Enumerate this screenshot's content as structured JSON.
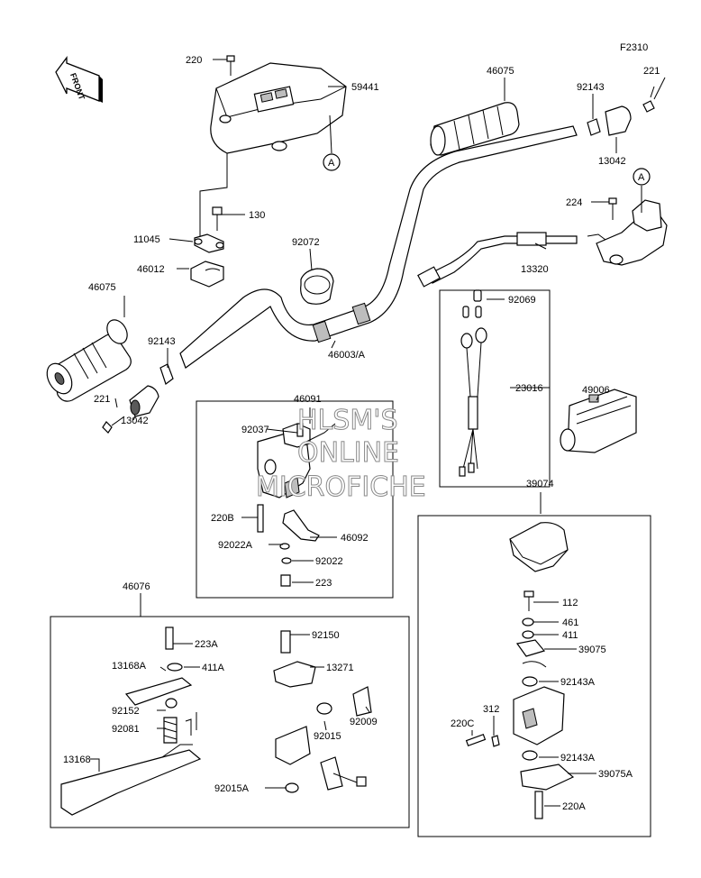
{
  "figure_id": "F2310",
  "front_marker": "FRONT",
  "watermark": [
    "HLSM'S",
    "ONLINE",
    "MICROFICHE"
  ],
  "labels": {
    "p220_top": "220",
    "p59441": "59441",
    "pA_cover": "A",
    "p46075_right": "46075",
    "p92143_right": "92143",
    "p221_right": "221",
    "p13042_right": "13042",
    "pA_switch": "A",
    "p224": "224",
    "p11045": "11045",
    "p130": "130",
    "p92072": "92072",
    "p46012": "46012",
    "p13320": "13320",
    "p46075_left": "46075",
    "p92069": "92069",
    "p92143_left": "92143",
    "p46003A": "46003/A",
    "p46091": "46091",
    "p23016": "23016",
    "p49006": "49006",
    "p221_left": "221",
    "p13042_left": "13042",
    "p92037": "92037",
    "p220B": "220B",
    "p46092": "46092",
    "p92022A": "92022A",
    "p92022": "92022",
    "p223": "223",
    "p39074": "39074",
    "p46076": "46076",
    "p112": "112",
    "p461": "461",
    "p411": "411",
    "p39075": "39075",
    "p223A": "223A",
    "p92150": "92150",
    "p13168A": "13168A",
    "p411A": "411A",
    "p13271": "13271",
    "p92143A_1": "92143A",
    "p92152": "92152",
    "p312": "312",
    "p220C": "220C",
    "p92009": "92009",
    "p92081": "92081",
    "p92015": "92015",
    "p92143A_2": "92143A",
    "p39075A": "39075A",
    "p13168": "13168",
    "p92015A": "92015A",
    "p220A": "220A"
  }
}
